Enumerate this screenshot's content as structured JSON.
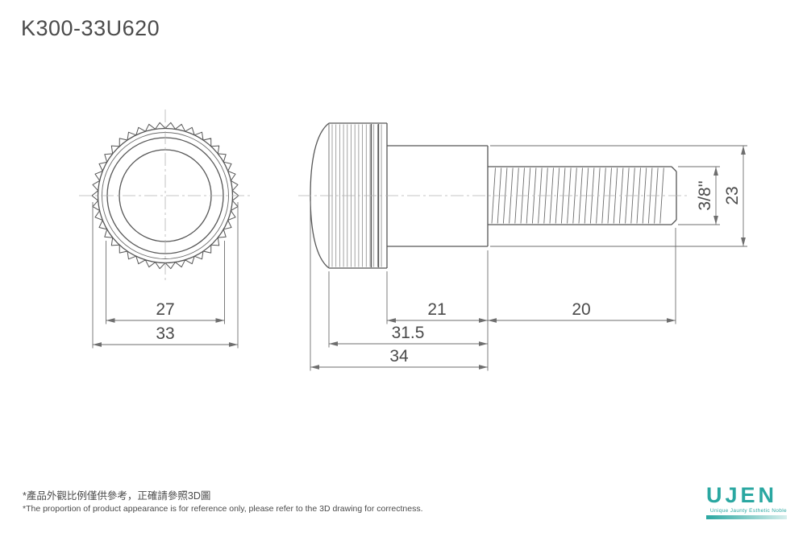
{
  "title": "K300-33U620",
  "dimensions": {
    "front_inner": "27",
    "front_outer": "33",
    "knob_section": "21",
    "knob_body": "31.5",
    "knob_total": "34",
    "thread_length": "20",
    "thread_spec": "3/8''",
    "head_diameter": "23"
  },
  "footnotes": {
    "chinese": "*產品外觀比例僅供參考，正確請參照3D圖",
    "english": "*The proportion of product appearance is for reference only, please refer to the 3D drawing for correctness."
  },
  "logo": {
    "name": "UJEN",
    "tagline": "Unique Jaunty Esthetic Noble",
    "accent_color": "#2aa7a1"
  }
}
